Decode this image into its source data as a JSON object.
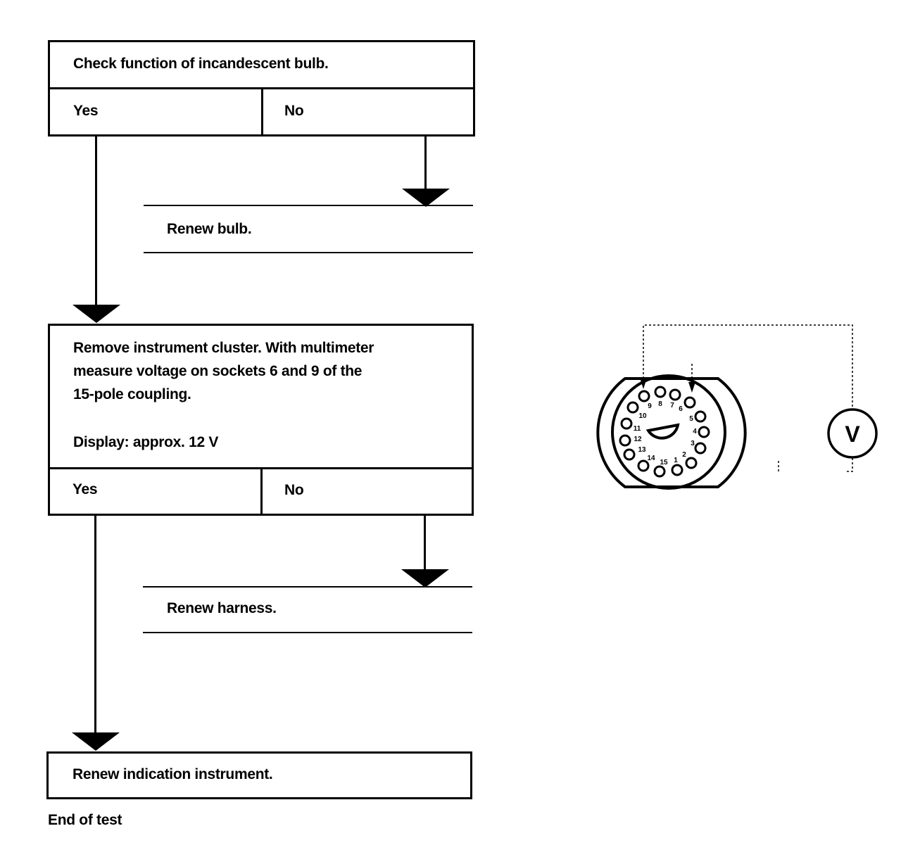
{
  "flowchart": {
    "step1": {
      "question": "Check function of incandescent bulb.",
      "yes_label": "Yes",
      "no_label": "No"
    },
    "action1": {
      "text": "Renew bulb."
    },
    "step2": {
      "lines": [
        "Remove instrument cluster. With multimeter",
        "measure voltage on sockets 6 and 9 of the",
        "15-pole coupling."
      ],
      "display": "Display: approx. 12 V",
      "yes_label": "Yes",
      "no_label": "No"
    },
    "action2": {
      "text": "Renew harness."
    },
    "final": {
      "text": "Renew indication instrument."
    },
    "end_label": "End of test"
  },
  "connector_diagram": {
    "description": "15-pole coupling with voltmeter connected to sockets 9 and 6",
    "pins": [
      "1",
      "2",
      "3",
      "4",
      "5",
      "6",
      "7",
      "8",
      "9",
      "10",
      "11",
      "12",
      "13",
      "14",
      "15"
    ],
    "measured_pins": [
      "9",
      "6"
    ],
    "meter_label": "V",
    "meter_icon": "voltmeter-icon"
  }
}
